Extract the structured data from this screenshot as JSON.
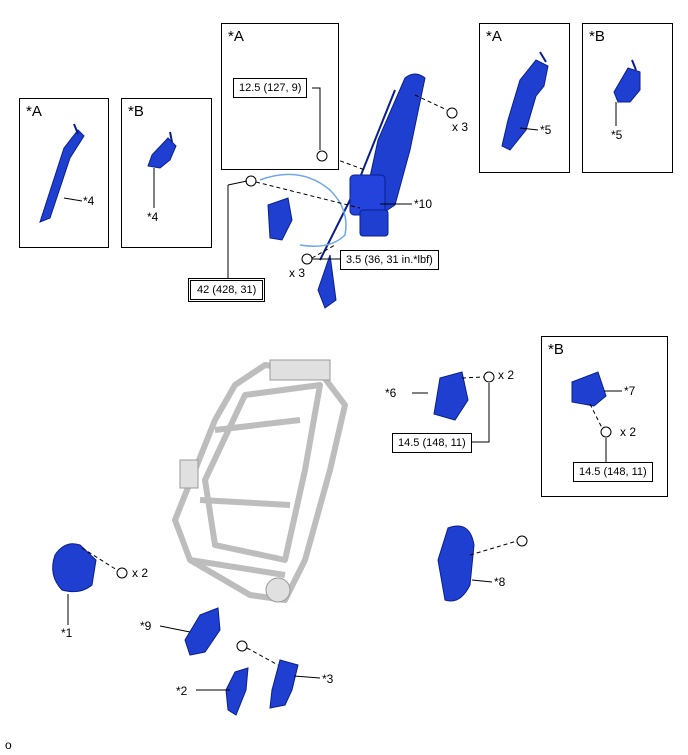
{
  "boxes": {
    "a1": "*A",
    "b1": "*B",
    "a_center": "*A",
    "a_right": "*A",
    "b_right": "*B",
    "b_lower": "*B"
  },
  "parts": {
    "p1": "*1",
    "p2": "*2",
    "p3": "*3",
    "p4a": "*4",
    "p4b": "*4",
    "p5a": "*5",
    "p5b": "*5",
    "p6": "*6",
    "p7": "*7",
    "p8": "*8",
    "p9": "*9",
    "p10": "*10"
  },
  "torques": {
    "t_12_5": "12.5 (127, 9)",
    "t_42": "42 (428, 31)",
    "t_3_5": "3.5 (36, 31 in.*lbf)",
    "t_14_5_a": "14.5 (148, 11)",
    "t_14_5_b": "14.5 (148, 11)"
  },
  "quantities": {
    "q_top_right": "x 3",
    "q_center": "x 3",
    "q_p6": "x 2",
    "q_p7": "x 2",
    "q_p1": "x 2"
  },
  "footer": "o",
  "colors": {
    "part_blue": "#1f3fd0",
    "part_dark": "#0a1f8f",
    "frame_gray": "#c8c8c8",
    "line": "#000000"
  }
}
